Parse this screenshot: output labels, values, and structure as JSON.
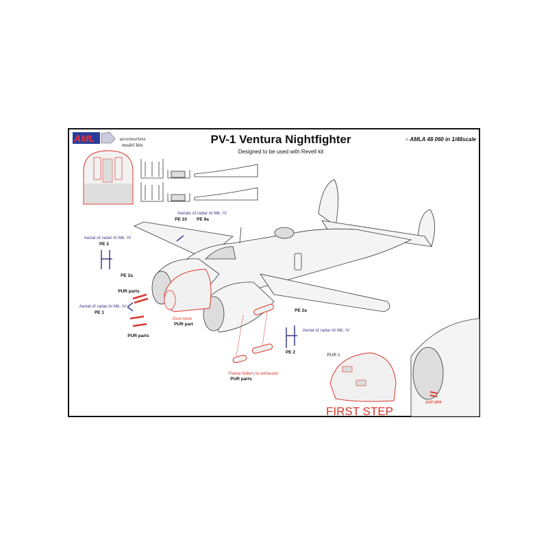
{
  "header": {
    "logo_text": "AML",
    "logo_tagline_1": "accessoriess",
    "logo_tagline_2": "model kits",
    "title": "PV-1 Ventura Nightfighter",
    "subtitle": "Designed to be used with Revell kit",
    "catalog": "○ AMLA 48 060 in 1/48scale"
  },
  "labels": {
    "aerials_top": "Aerials of radar AI Mk. IV",
    "pe10": "PE 10",
    "pe9a": "PE 9a",
    "aerial_left": "Aerial of radar AI Mk. IV",
    "pe2_left": "PE 2",
    "pe2a_left": "PE 2a",
    "pur_parts_1": "PUR parts",
    "aerial_pe1": "Aerial of radar AI Mk. IV",
    "pe1": "PE 1",
    "gun_nose": "Gun nose",
    "gun_nose_part": "PUR part",
    "pur_parts_2": "PUR parts",
    "pe2a_right": "PE 2a",
    "aerial_right": "Aerial of radar AI Mk. IV",
    "pe2_right": "PE 2",
    "flame_hiders": "Flame hiders to exhausts",
    "flame_pur": "PUR parts",
    "pur1": "PUR 1",
    "first_step": "FIRST STEP",
    "cut_off": "CUT OFF"
  },
  "colors": {
    "red": "#d8352a",
    "blue": "#3a3a8c",
    "frame": "#111111"
  }
}
